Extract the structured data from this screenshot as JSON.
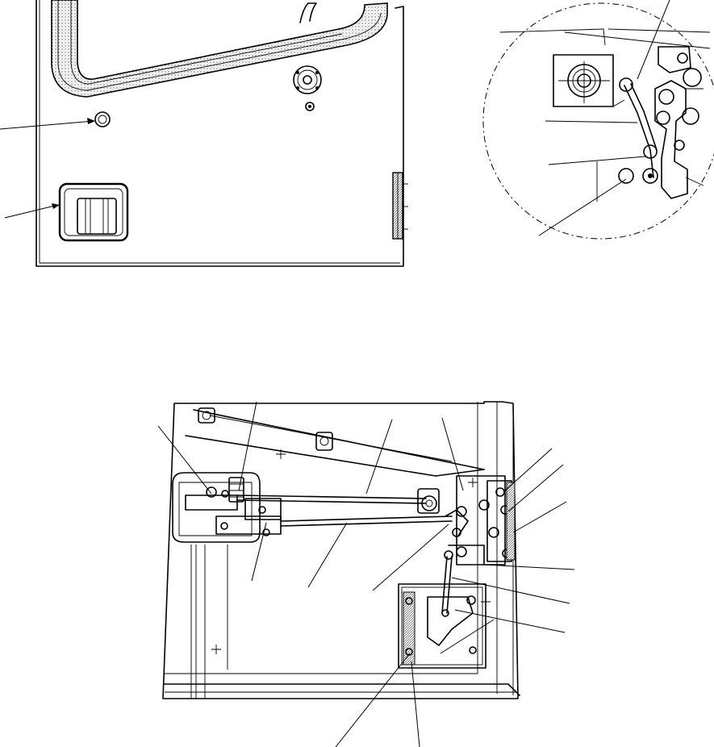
{
  "figure": {
    "views": [
      "door-outside-view",
      "latch-detail-view",
      "door-inside-view"
    ],
    "labels": []
  },
  "colors": {
    "line": "#000000",
    "background": "#ffffff",
    "shading": "#9a9a9a"
  },
  "icons": [
    "door-handle-icon",
    "lock-cylinder-icon",
    "latch-mechanism-icon",
    "hinge-icon"
  ]
}
